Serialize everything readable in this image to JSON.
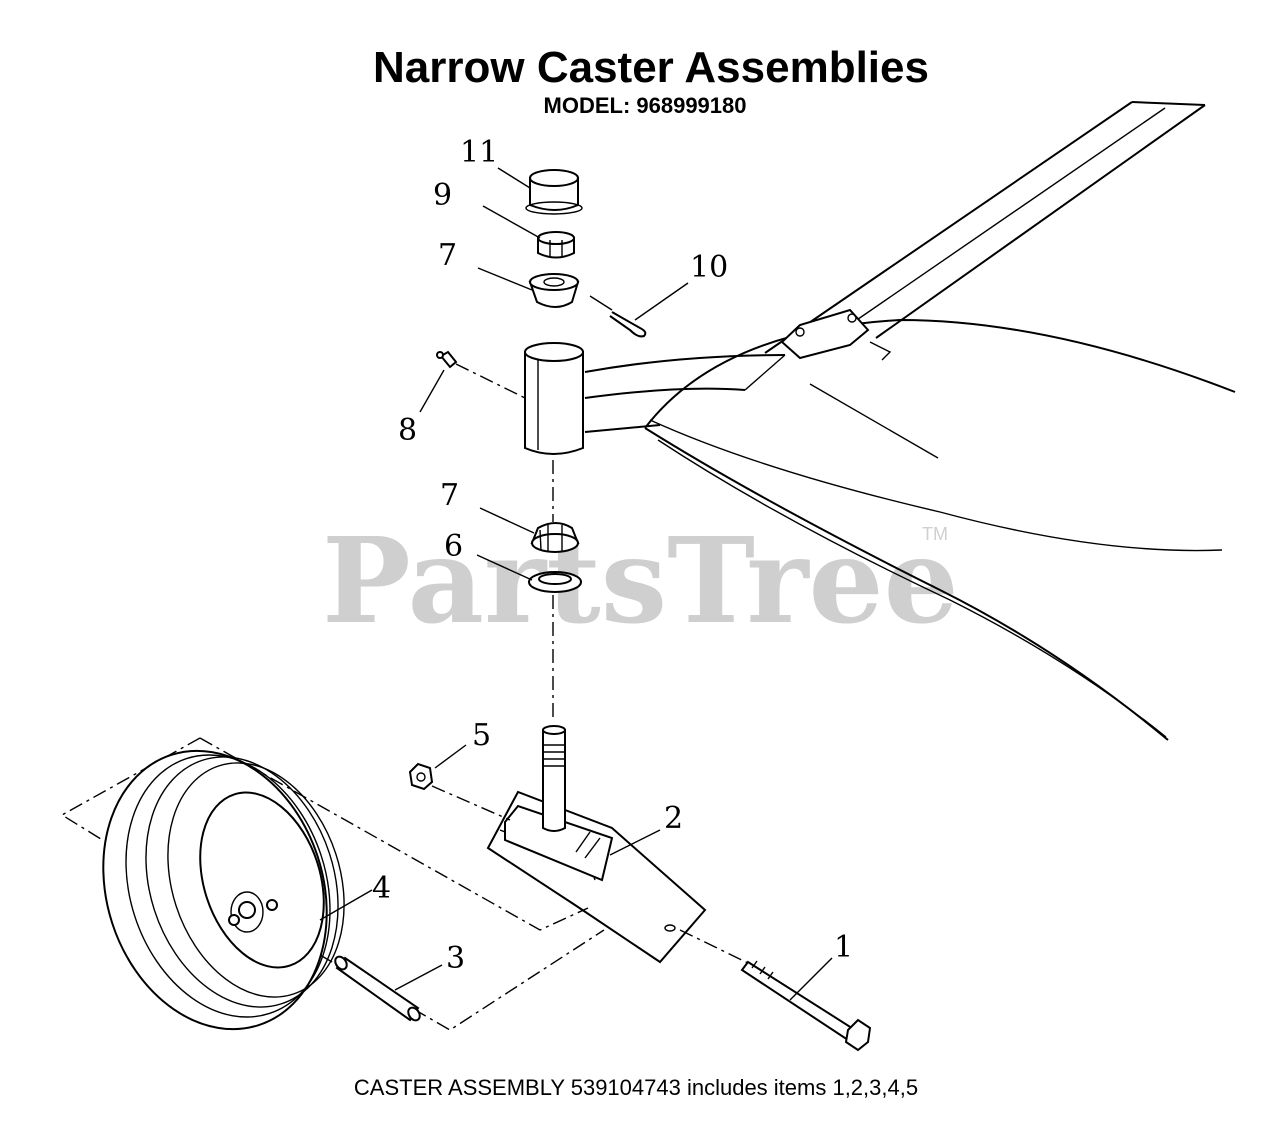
{
  "header": {
    "title": "Narrow Caster Assemblies",
    "model": "MODEL: 968999180"
  },
  "watermark": {
    "text": "PartsTree",
    "tm": "TM"
  },
  "callouts": {
    "c1": "1",
    "c2": "2",
    "c3": "3",
    "c4": "4",
    "c5": "5",
    "c6": "6",
    "c7a": "7",
    "c7b": "7",
    "c8": "8",
    "c9": "9",
    "c10": "10",
    "c11": "11"
  },
  "footer": {
    "note": "CASTER ASSEMBLY 539104743 includes items 1,2,3,4,5"
  }
}
